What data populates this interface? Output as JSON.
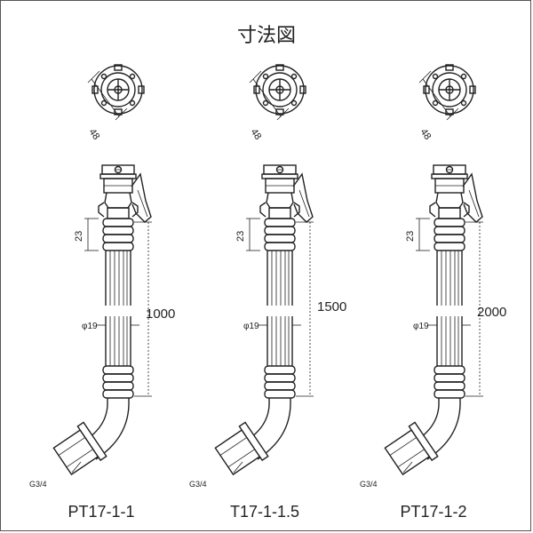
{
  "title": "寸法図",
  "units": [
    {
      "model": "PT17-1-1",
      "length": "1000"
    },
    {
      "model": "T17-1-1.5",
      "length": "1500"
    },
    {
      "model": "PT17-1-2",
      "length": "2000"
    }
  ],
  "dim_head": "48",
  "dim_joint": "23",
  "dim_diameter": "φ19",
  "thread": "G3/4"
}
